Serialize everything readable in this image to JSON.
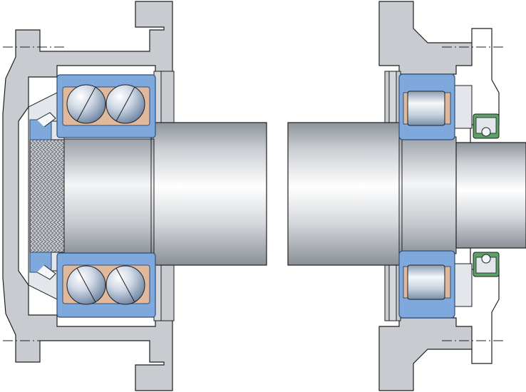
{
  "figure": {
    "subject": "bearing-arrangement-cross-section",
    "left_side": "paired-angular-contact-ball-bearings-with-locknut",
    "right_side": "cylindrical-roller-bearing-with-radial-shaft-seal"
  },
  "colors": {
    "background": "#ffffff",
    "housing": "#c8ccd1",
    "housing_cavity": "#e3e6ea",
    "outline": "#1f1f1f",
    "bearing_ring": "#7fa9dd",
    "bearing_ring_edge": "#2f4f78",
    "rolling_element_light": "#f4f7fb",
    "rolling_element_dark": "#7c8fa8",
    "cage": "#e0b89c",
    "shaft_light": "#ffffff",
    "shaft_dark": "#868c93",
    "seal": "#5aa268"
  },
  "icons": [
    "housing-left-icon",
    "housing-right-icon",
    "ball-bearing-icon",
    "roller-bearing-icon",
    "locknut-icon",
    "shaft-icon",
    "shaft-seal-icon",
    "centerline-icon"
  ]
}
